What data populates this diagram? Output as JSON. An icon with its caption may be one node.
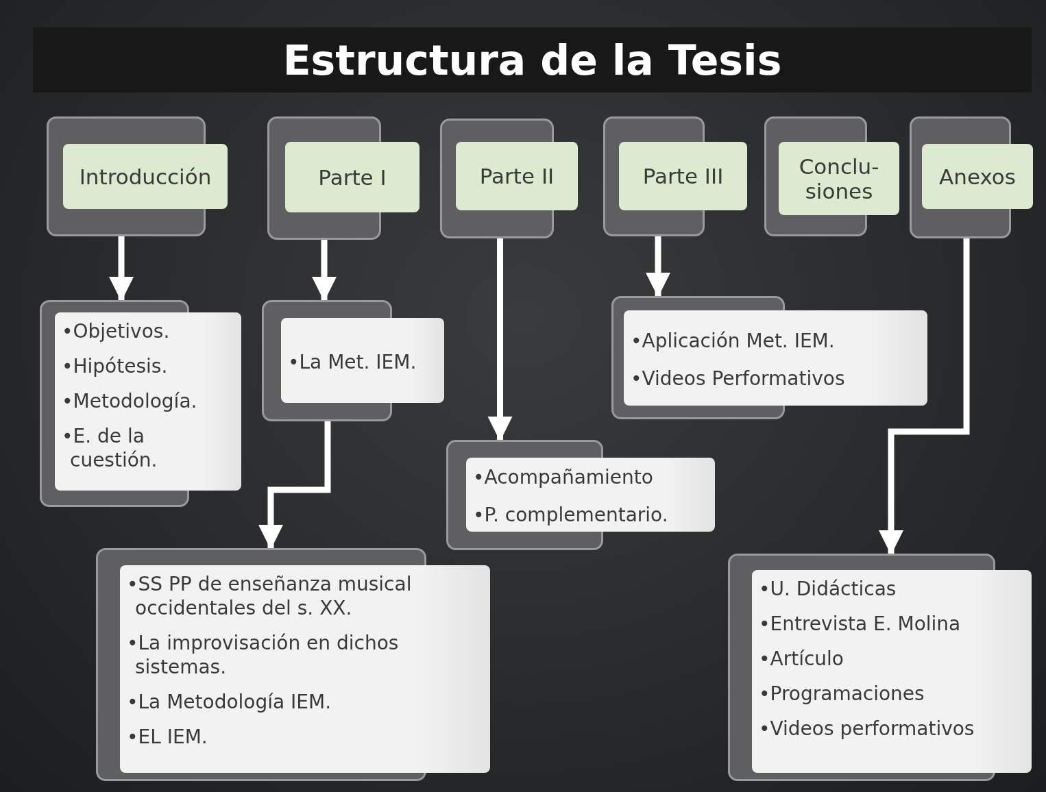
{
  "diagram": {
    "title": "Estructura de la Tesis",
    "nodes": [
      {
        "text": [
          "Introducción"
        ]
      },
      {
        "text": [
          "Parte I"
        ]
      },
      {
        "text": [
          "Parte II"
        ]
      },
      {
        "text": [
          "Parte III"
        ]
      },
      {
        "text": [
          "Conclu- siones"
        ]
      },
      {
        "text": [
          "Anexos"
        ]
      },
      {
        "text": [
          "•Objetivos.",
          "•Hipótesis.",
          "•Metodología.",
          "•E. de la cuestión."
        ]
      },
      {
        "text": [
          "•La Met. IEM."
        ]
      },
      {
        "text": [
          "•SS PP de enseñanza musical occidentales del s. XX.",
          "•La improvisación en dichos sistemas.",
          "•La Metodología IEM.",
          "•EL IEM."
        ]
      },
      {
        "text": [
          "•Acompañamiento",
          "•P. complementario."
        ]
      },
      {
        "text": [
          "•Aplicación Met. IEM.",
          "•Videos Performativos"
        ]
      },
      {
        "text": [
          "•U. Didácticas",
          "•Entrevista E. Molina",
          "•Artículo",
          "•Programaciones",
          "•Videos performativos"
        ]
      }
    ],
    "edges": [
      {
        "from": 0,
        "to": 6,
        "arrow": "to"
      },
      {
        "from": 1,
        "to": 7,
        "arrow": "to"
      },
      {
        "from": 7,
        "to": 8,
        "arrow": "to"
      },
      {
        "from": 2,
        "to": 9,
        "arrow": "to"
      },
      {
        "from": 3,
        "to": 10,
        "arrow": "to"
      },
      {
        "from": 5,
        "to": 11,
        "arrow": "to"
      }
    ]
  }
}
